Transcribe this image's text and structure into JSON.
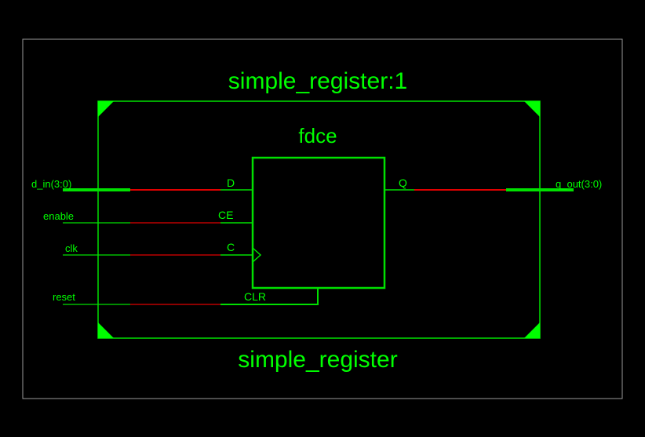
{
  "colors": {
    "background": "#000000",
    "frame": "#9a9a9a",
    "wire": "#00e000",
    "highlight_wire": "#e00000",
    "text": "#00ff00"
  },
  "schematic": {
    "instance_label": "simple_register:1",
    "module_label": "simple_register",
    "cell": {
      "type_label": "fdce",
      "pins": {
        "d": "D",
        "ce": "CE",
        "c": "C",
        "clr": "CLR",
        "q": "Q"
      }
    },
    "ports": {
      "d_in": "d_in(3:0)",
      "enable": "enable",
      "clk": "clk",
      "reset": "reset",
      "q_out": "q_out(3:0)"
    }
  }
}
